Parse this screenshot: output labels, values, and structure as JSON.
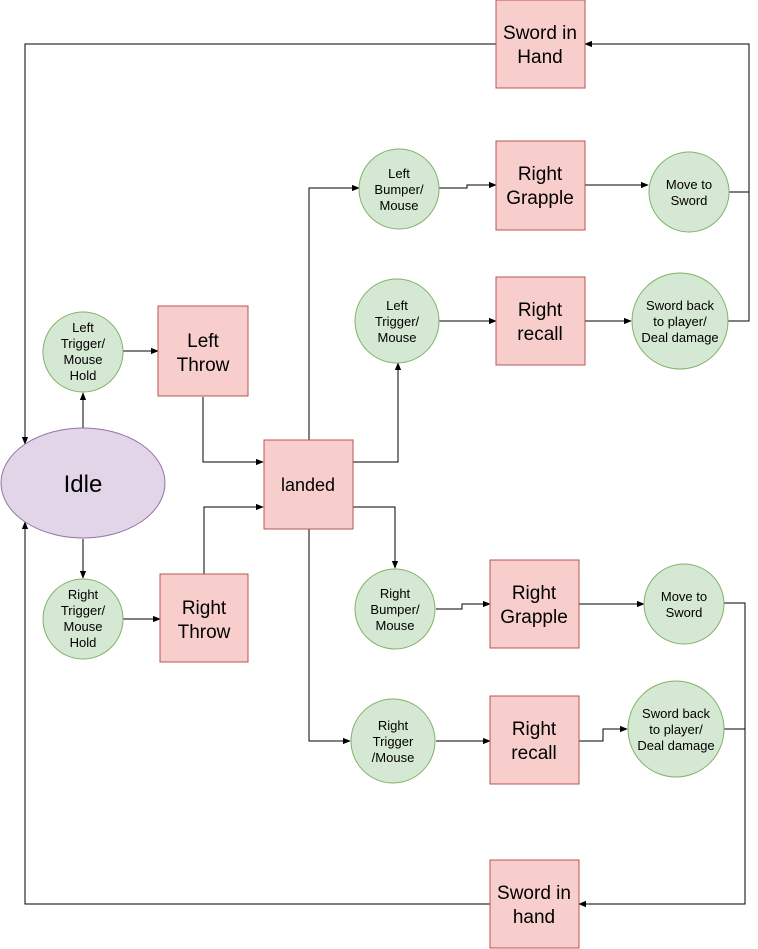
{
  "nodes": {
    "idle": "Idle",
    "landed": "landed",
    "left_throw": [
      "Left",
      "Throw"
    ],
    "right_throw": [
      "Right",
      "Throw"
    ],
    "left_trigger_hold": [
      "Left",
      "Trigger/",
      "Mouse",
      "Hold"
    ],
    "right_trigger_hold": [
      "Right",
      "Trigger/",
      "Mouse",
      "Hold"
    ],
    "top_left_bumper": [
      "Left",
      "Bumper/",
      "Mouse"
    ],
    "top_left_trigger": [
      "Left",
      "Trigger/",
      "Mouse"
    ],
    "top_right_grapple": [
      "Right",
      "Grapple"
    ],
    "top_right_recall": [
      "Right",
      "recall"
    ],
    "top_move_to_sword": [
      "Move to",
      "Sword"
    ],
    "top_sword_back": [
      "Sword back",
      "to player/",
      "Deal damage"
    ],
    "sword_in_hand_top": [
      "Sword in",
      "Hand"
    ],
    "bottom_right_bumper": [
      "Right",
      "Bumper/",
      "Mouse"
    ],
    "bottom_right_trigger": [
      "Right",
      "Trigger",
      "/Mouse"
    ],
    "bottom_right_grapple": [
      "Right",
      "Grapple"
    ],
    "bottom_right_recall": [
      "Right",
      "recall"
    ],
    "bottom_move_to_sword": [
      "Move to",
      "Sword"
    ],
    "bottom_sword_back": [
      "Sword back",
      "to player/",
      "Deal damage"
    ],
    "sword_in_hand_bottom": [
      "Sword in",
      "hand"
    ]
  },
  "colors": {
    "box_fill": "#f8cecc",
    "box_stroke": "#b85450",
    "circle_fill": "#d5e8d4",
    "circle_stroke": "#82b366",
    "idle_fill": "#e1d5e7",
    "idle_stroke": "#9673a6"
  }
}
